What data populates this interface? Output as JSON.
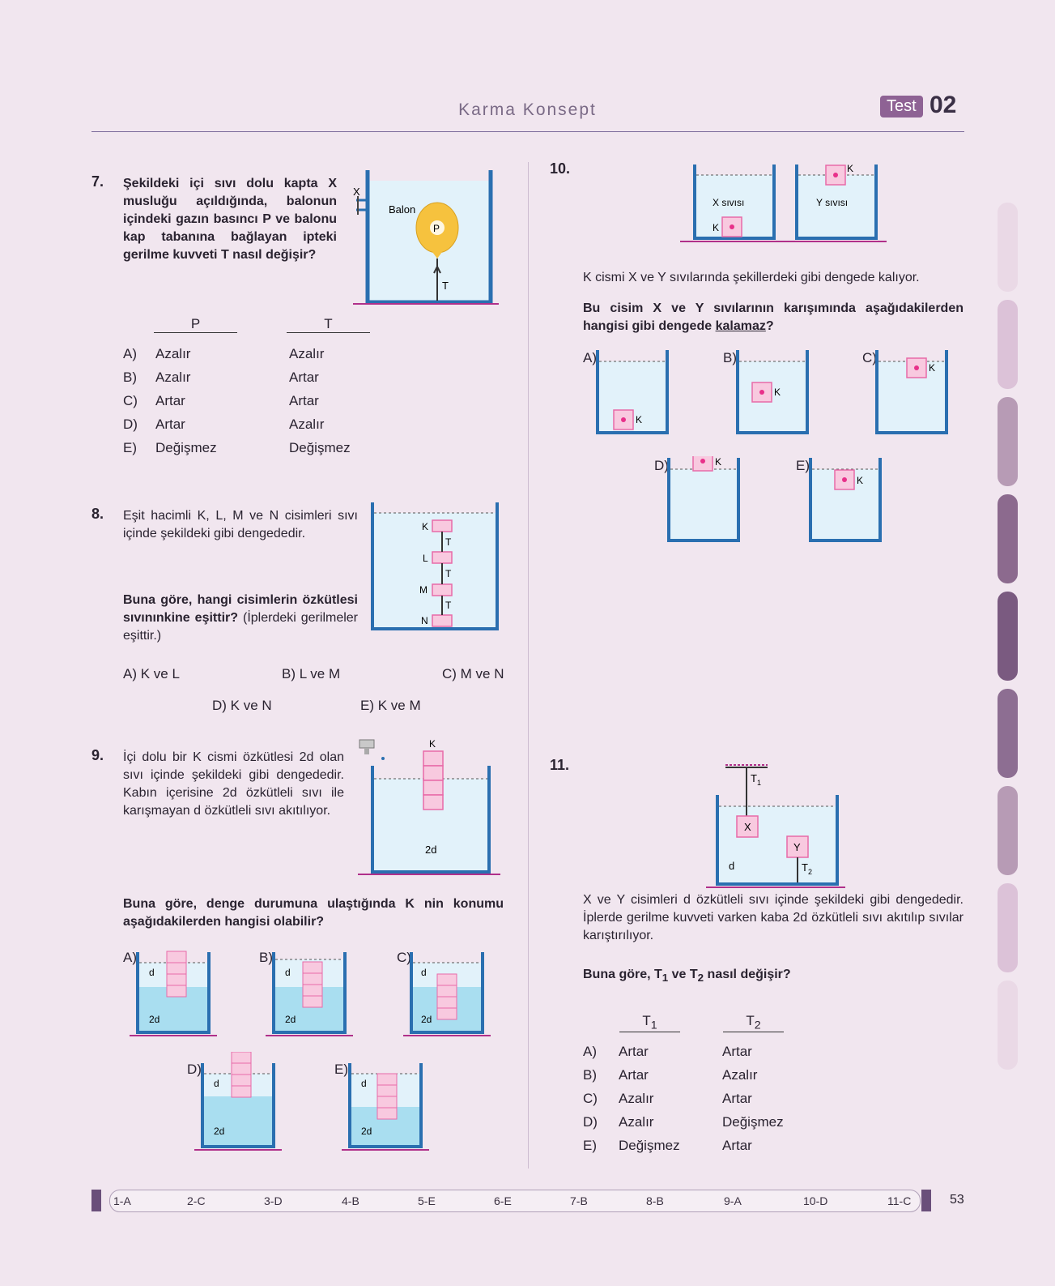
{
  "header": {
    "title": "Karma Konsept",
    "badge": "Test",
    "number": "02"
  },
  "q7": {
    "num": "7.",
    "text": "Şekildeki içi sıvı dolu kapta X musluğu açıldığında, balonun içindeki gazın basıncı P ve balonu kap tabanına bağlayan ipteki gerilme kuvveti T nasıl değişir?",
    "fig": {
      "x": "X",
      "balon": "Balon",
      "p": "P",
      "t": "T"
    },
    "col1": "P",
    "col2": "T",
    "options": [
      {
        "l": "A)",
        "a": "Azalır",
        "b": "Azalır"
      },
      {
        "l": "B)",
        "a": "Azalır",
        "b": "Artar"
      },
      {
        "l": "C)",
        "a": "Artar",
        "b": "Artar"
      },
      {
        "l": "D)",
        "a": "Artar",
        "b": "Azalır"
      },
      {
        "l": "E)",
        "a": "Değişmez",
        "b": "Değişmez"
      }
    ]
  },
  "q8": {
    "num": "8.",
    "text": "Eşit hacimli K, L, M ve N cisimleri sıvı içinde şekildeki gibi dengededir.",
    "question": "Buna göre, hangi cisimlerin özkütlesi sıvınınkine eşittir?",
    "note": " (İplerdeki gerilmeler eşittir.)",
    "fig": {
      "k": "K",
      "l": "L",
      "m": "M",
      "n": "N",
      "t": "T"
    },
    "options": [
      "A) K ve L",
      "B) L ve M",
      "C) M ve N",
      "D) K ve N",
      "E) K ve M"
    ]
  },
  "q9": {
    "num": "9.",
    "text": "İçi dolu bir K cismi özkütlesi 2d olan sıvı içinde şekildeki gibi dengededir. Kabın içerisine 2d özkütleli sıvı ile karışmayan d özkütleli sıvı akıtılıyor.",
    "question": "Buna göre, denge durumuna ulaştığında K nin konumu aşağıdakilerden hangisi olabilir?",
    "fig": {
      "k": "K",
      "d2": "2d",
      "d": "d"
    },
    "options": [
      "A)",
      "B)",
      "C)",
      "D)",
      "E)"
    ]
  },
  "q10": {
    "num": "10.",
    "fig": {
      "x": "X sıvısı",
      "y": "Y sıvısı",
      "k": "K"
    },
    "text": "K cismi X ve Y sıvılarında şekillerdeki gibi dengede kalıyor.",
    "question_a": "Bu cisim X ve Y sıvılarının karışımında aşağıdakilerden hangisi gibi dengede ",
    "question_u": "kalamaz",
    "question_b": "?",
    "options": [
      "A)",
      "B)",
      "C)",
      "D)",
      "E)"
    ]
  },
  "q11": {
    "num": "11.",
    "fig": {
      "t": "T",
      "one": "1",
      "two": "2",
      "x": "X",
      "y": "Y",
      "d": "d"
    },
    "text": "X ve Y cisimleri d özkütleli sıvı içinde şekildeki gibi dengededir. İplerde gerilme kuvveti varken kaba 2d özkütleli sıvı akıtılıp sıvılar karıştırılıyor.",
    "question_a": "Buna göre, T",
    "sub1": "1",
    "question_b": " ve T",
    "sub2": "2",
    "question_c": " nasıl değişir?",
    "col1": "T",
    "col2": "T",
    "options": [
      {
        "l": "A)",
        "a": "Artar",
        "b": "Artar"
      },
      {
        "l": "B)",
        "a": "Artar",
        "b": "Azalır"
      },
      {
        "l": "C)",
        "a": "Azalır",
        "b": "Artar"
      },
      {
        "l": "D)",
        "a": "Azalır",
        "b": "Değişmez"
      },
      {
        "l": "E)",
        "a": "Değişmez",
        "b": "Artar"
      }
    ]
  },
  "answers": [
    "1-A",
    "2-C",
    "3-D",
    "4-B",
    "5-E",
    "6-E",
    "7-B",
    "8-B",
    "9-A",
    "10-D",
    "11-C"
  ],
  "page_number": "53",
  "colors": {
    "accent": "#8e6294",
    "liquid": "#e2f2fa",
    "liquid_dense": "#a9def0",
    "container": "#2a6fb0",
    "block": "#e86aa8",
    "balloon": "#f6c23e"
  }
}
